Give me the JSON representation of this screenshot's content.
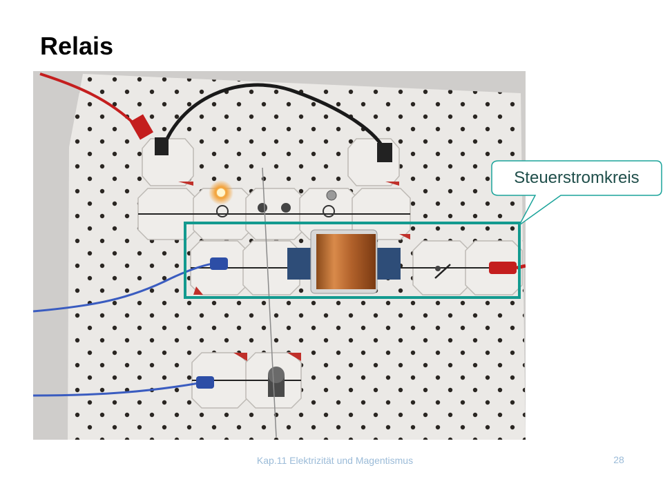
{
  "slide": {
    "title": "Relais",
    "callout": "Steuerstromkreis",
    "footer": "Kap.11 Elektrizität und Magentismus",
    "page_number": "28"
  },
  "colors": {
    "highlight": "#139a8f",
    "footer_text": "#9bbbd8",
    "callout_border": "#1aa39a"
  }
}
